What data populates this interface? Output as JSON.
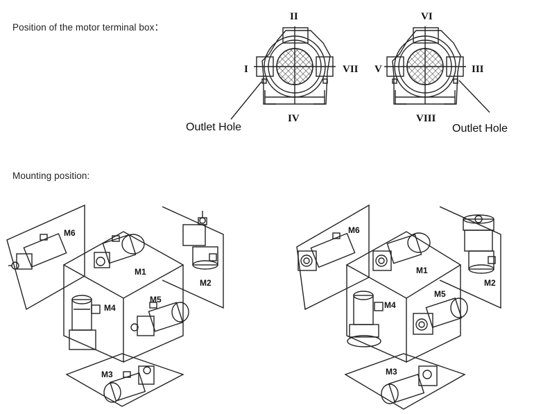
{
  "headings": {
    "terminal_box": "Position of the motor terminal box：",
    "mounting": "Mounting position:"
  },
  "terminal_diagrams": [
    {
      "positions": {
        "top": "II",
        "left": "I",
        "right": "VII",
        "bottom": "IV"
      },
      "outlet_label": "Outlet Hole"
    },
    {
      "positions": {
        "top": "VI",
        "left": "V",
        "right": "III",
        "bottom": "VIII"
      },
      "outlet_label": "Outlet Hole"
    }
  ],
  "mounting_diagrams": [
    {
      "labels": {
        "m1": "M1",
        "m2": "M2",
        "m3": "M3",
        "m4": "M4",
        "m5": "M5",
        "m6": "M6"
      }
    },
    {
      "labels": {
        "m1": "M1",
        "m2": "M2",
        "m3": "M3",
        "m4": "M4",
        "m5": "M5",
        "m6": "M6"
      }
    }
  ]
}
